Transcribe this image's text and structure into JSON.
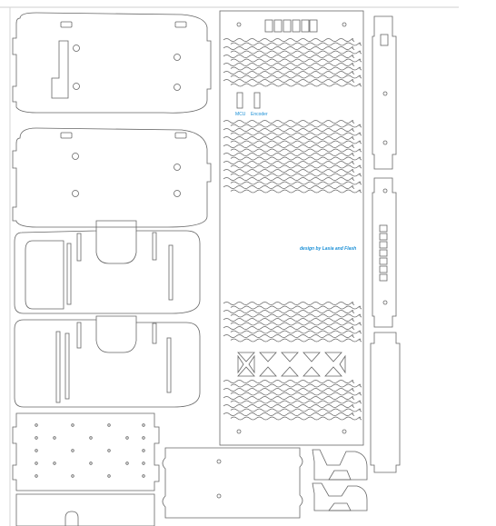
{
  "labels": {
    "mcu": "MCU",
    "encoder": "Encoder",
    "credit": "design by Lasia and Flash"
  },
  "colors": {
    "cut_line": "#666666",
    "label": "#1a8fd6",
    "background": "#ffffff"
  }
}
